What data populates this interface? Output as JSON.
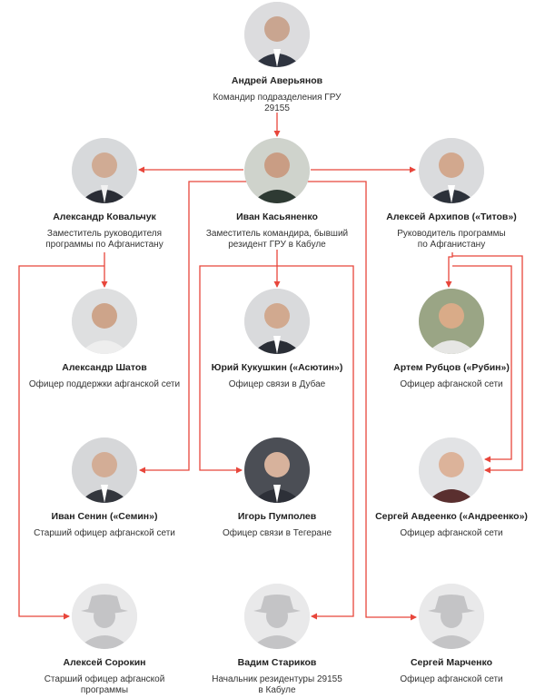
{
  "colors": {
    "connector": "#e8463b",
    "avatar_bg": "#e9e9ea",
    "silhouette": "#c4c4c6"
  },
  "people": {
    "averyanov": {
      "name": "Андрей Аверьянов",
      "role": "Командир подразделения ГРУ 29155",
      "icon": "photo"
    },
    "kovalchuk": {
      "name": "Александр Ковальчук",
      "role": "Заместитель руководителя программы по Афганистану",
      "icon": "photo"
    },
    "kasyanenko": {
      "name": "Иван Касьяненко",
      "role": "Заместитель командира, бывший резидент ГРУ в Кабуле",
      "icon": "photo"
    },
    "arkhipov": {
      "name": "Алексей Архипов («Титов»)",
      "role": "Руководитель программы по Афганистану",
      "icon": "photo"
    },
    "shatov": {
      "name": "Александр Шатов",
      "role": "Офицер поддержки афганской сети",
      "icon": "photo"
    },
    "kukushkin": {
      "name": "Юрий Кукушкин («Асютин»)",
      "role": "Офицер связи в Дубае",
      "icon": "photo"
    },
    "rubtsov": {
      "name": "Артем Рубцов («Рубин»)",
      "role": "Офицер афганской сети",
      "icon": "photo"
    },
    "senin": {
      "name": "Иван Сенин («Семин»)",
      "role": "Старший офицер афганской сети",
      "icon": "photo"
    },
    "pumpolev": {
      "name": "Игорь Пумполев",
      "role": "Офицер связи в Тегеране",
      "icon": "photo"
    },
    "avdeenko": {
      "name": "Сергей Авдеенко («Андреенко»)",
      "role": "Офицер афганской сети",
      "icon": "photo"
    },
    "sorokin": {
      "name": "Алексей Сорокин",
      "role": "Старший офицер афганской программы",
      "icon": "unknown-person-icon"
    },
    "starikov": {
      "name": "Вадим Стариков",
      "role": "Начальник резидентуры 29155 в Кабуле",
      "icon": "unknown-person-icon"
    },
    "marchenko": {
      "name": "Сергей Марченко",
      "role": "Офицер афганской сети",
      "icon": "unknown-person-icon"
    }
  }
}
